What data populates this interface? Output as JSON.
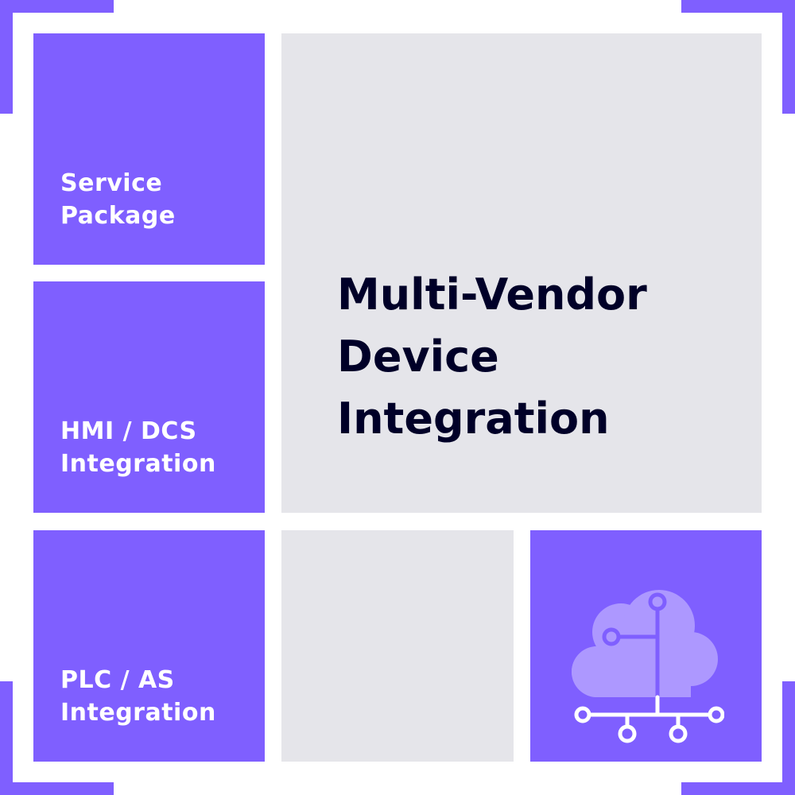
{
  "tiles": {
    "service_package": [
      "Service",
      "Package"
    ],
    "hmi_dcs": [
      "HMI / DCS",
      "Integration"
    ],
    "plc_as": [
      "PLC / AS",
      "Integration"
    ]
  },
  "main": {
    "title_lines": [
      "Multi-Vendor",
      "Device",
      "Integration"
    ]
  },
  "icons": {
    "cloud_network": "cloud-network-icon"
  },
  "colors": {
    "accent": "#7f5fff",
    "panel": "#e5e5ea",
    "title_text": "#000028",
    "label_text": "#ffffff",
    "icon_cloud": "#ad98ff"
  }
}
